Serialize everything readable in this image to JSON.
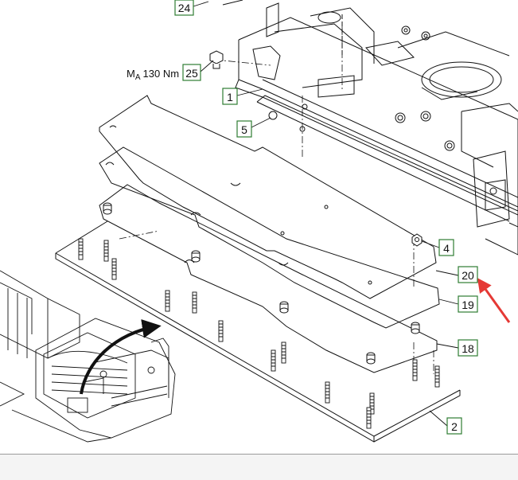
{
  "callouts": [
    {
      "id": "24",
      "label": "24"
    },
    {
      "id": "25",
      "label": "25"
    },
    {
      "id": "1",
      "label": "1"
    },
    {
      "id": "5",
      "label": "5"
    },
    {
      "id": "4",
      "label": "4"
    },
    {
      "id": "20",
      "label": "20"
    },
    {
      "id": "19",
      "label": "19"
    },
    {
      "id": "18",
      "label": "18"
    },
    {
      "id": "2",
      "label": "2"
    }
  ],
  "torque": {
    "symbol": "M",
    "subscript": "A",
    "value": "130 Nm"
  },
  "colors": {
    "line": "#111111",
    "callout_border": "#2e7d32",
    "arrow": "#e53935",
    "background": "#ffffff"
  }
}
